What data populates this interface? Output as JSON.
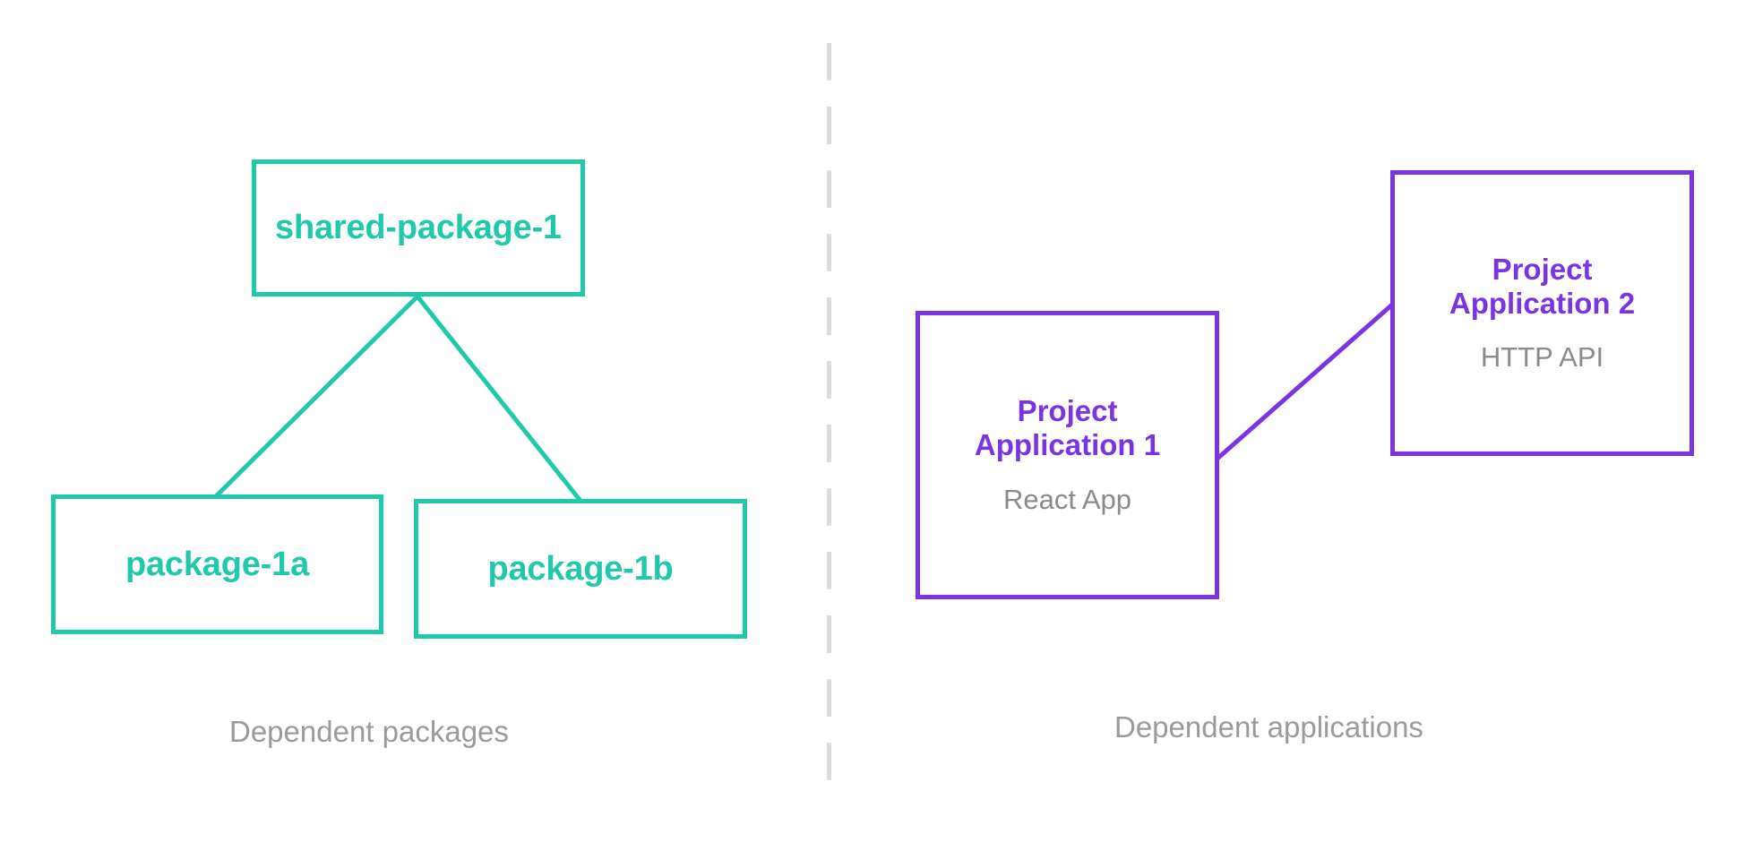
{
  "diagram": {
    "type": "dependency-diagram",
    "background": "#ffffff",
    "colors": {
      "package_accent": "#20c9ac",
      "application_accent": "#7c33e3",
      "caption_gray": "#9a9a9a",
      "subtitle_gray": "#8a8a8a",
      "divider_gray": "#dcdcdc"
    },
    "groups": {
      "packages": {
        "caption": "Dependent packages",
        "nodes": {
          "shared_package_1": {
            "title": "shared-package-1"
          },
          "package_1a": {
            "title": "package-1a"
          },
          "package_1b": {
            "title": "package-1b"
          }
        },
        "edges": [
          {
            "from": "shared-package-1",
            "to": "package-1a"
          },
          {
            "from": "shared-package-1",
            "to": "package-1b"
          }
        ]
      },
      "applications": {
        "caption": "Dependent applications",
        "nodes": {
          "project_application_1": {
            "title": "Project\nApplication 1",
            "subtitle": "React App"
          },
          "project_application_2": {
            "title": "Project\nApplication 2",
            "subtitle": "HTTP API"
          }
        },
        "edges": [
          {
            "from": "project-application-1",
            "to": "project-application-2"
          }
        ]
      }
    }
  }
}
